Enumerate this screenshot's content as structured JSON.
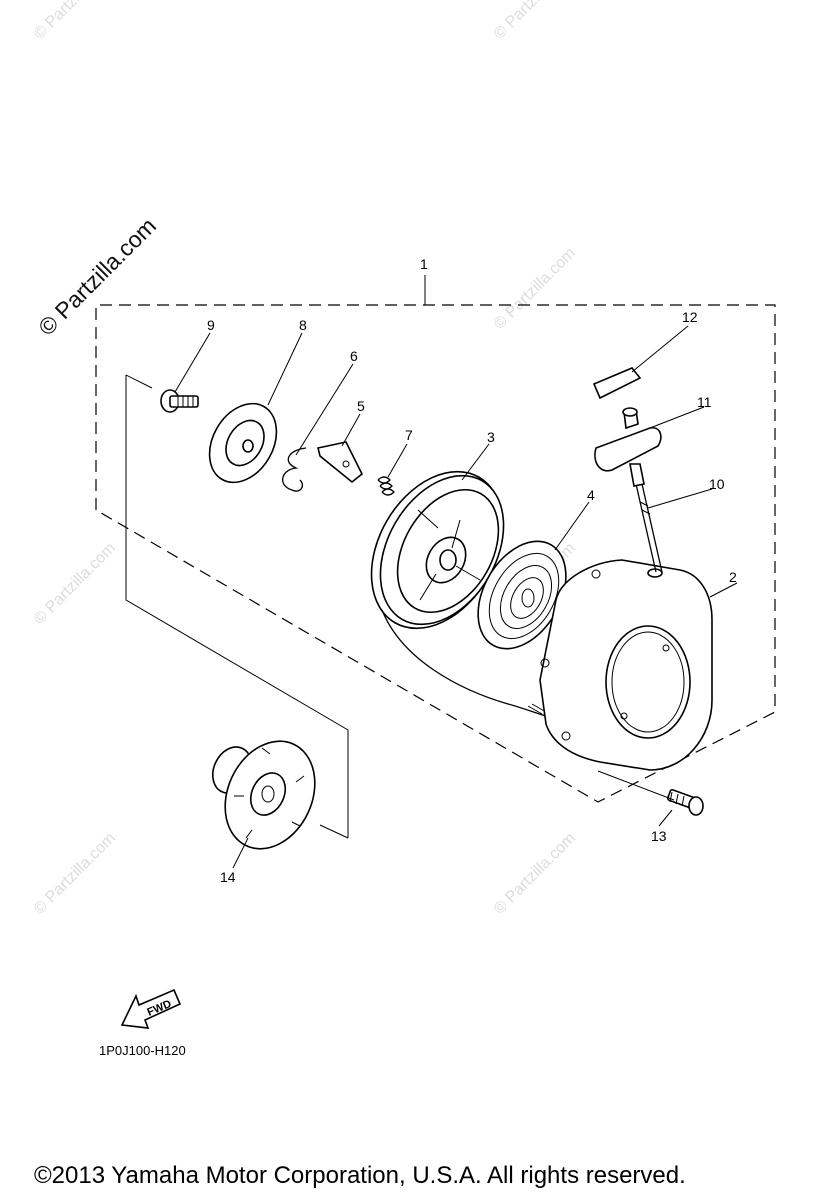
{
  "watermarks": {
    "main": "© Partzilla.com",
    "faint": "© Partzilla.com"
  },
  "callouts": [
    "1",
    "2",
    "3",
    "4",
    "5",
    "6",
    "7",
    "8",
    "9",
    "10",
    "11",
    "12",
    "13",
    "14"
  ],
  "fwd_label": "FWD",
  "diagram_code": "1P0J100-H120",
  "copyright": "©2013  Yamaha Motor Corporation, U.S.A. All rights reserved."
}
